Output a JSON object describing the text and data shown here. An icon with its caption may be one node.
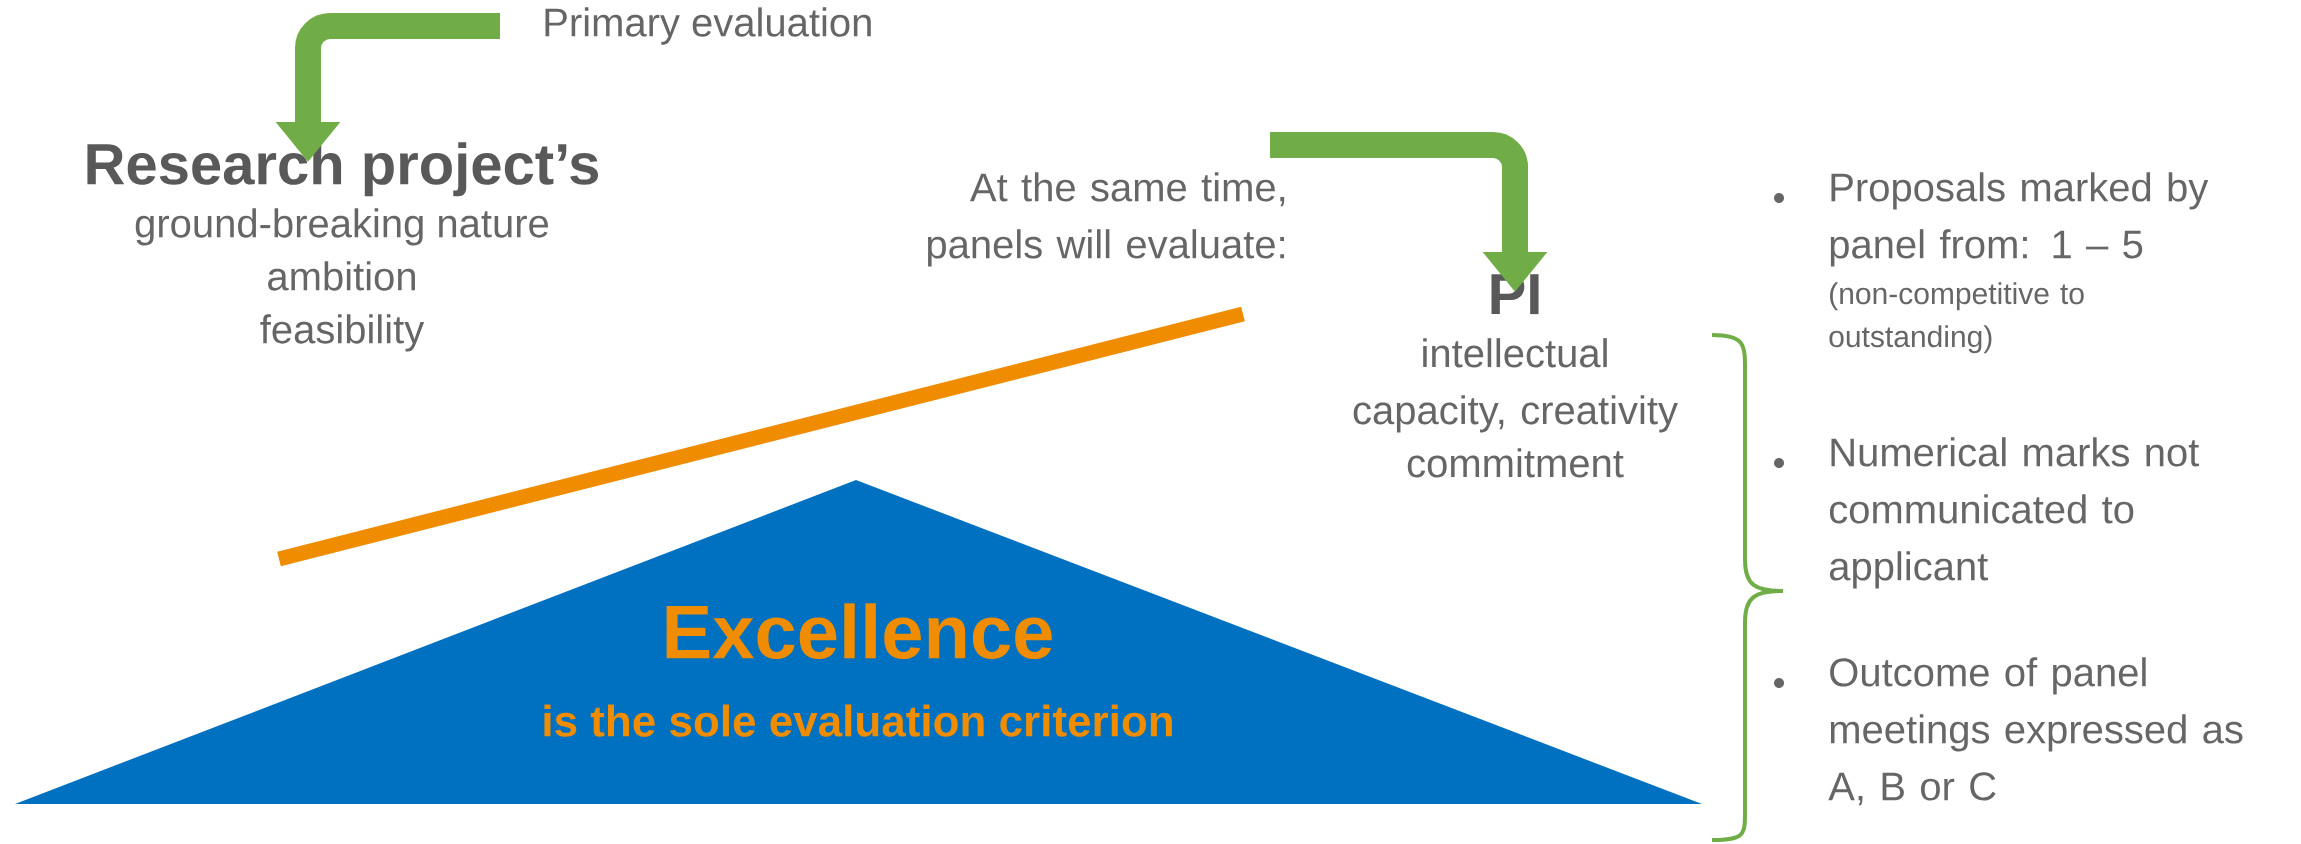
{
  "diagram": {
    "nodes": [
      {
        "text": [
          "Primary evaluation"
        ]
      },
      {
        "text": [
          "Research project’s",
          "ground-breaking nature",
          "ambition",
          "feasibility"
        ]
      },
      {
        "text": [
          "At the same time, panels will evaluate:"
        ]
      },
      {
        "text": [
          "PI",
          "intellectual capacity, creativity",
          "commitment"
        ]
      },
      {
        "text": [
          "Excellence",
          "is the sole evaluation criterion"
        ]
      }
    ],
    "edges": [
      {
        "from": 0,
        "to": 1,
        "arrow": "to"
      },
      {
        "from": 2,
        "to": 3,
        "arrow": "to"
      }
    ],
    "labels": [
      "Proposals marked by panel from: 1 – 5",
      "(non-competitive to outstanding)",
      "Numerical marks not communicated to applicant",
      "Outcome of panel meetings expressed as A, B or C"
    ]
  }
}
